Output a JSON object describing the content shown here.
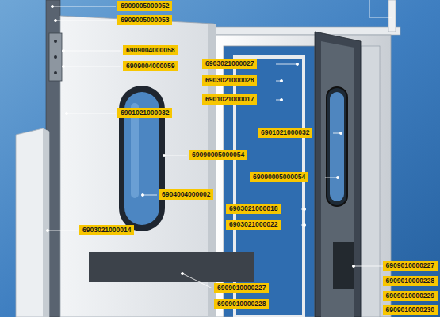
{
  "diagram": {
    "labels": [
      "6909005000052",
      "6909005000053",
      "6909004000058",
      "6909004000059",
      "6901021000032",
      "69090005000054",
      "6904004000002",
      "6903021000014",
      "6909010000227",
      "6909010000228",
      "6903021000027",
      "6903021000028",
      "6901021000017",
      "6901021000032",
      "69090005000054",
      "6903021000018",
      "6903021000022",
      "6909010000227",
      "6909010000228",
      "6909010000229",
      "6909010000230"
    ]
  }
}
